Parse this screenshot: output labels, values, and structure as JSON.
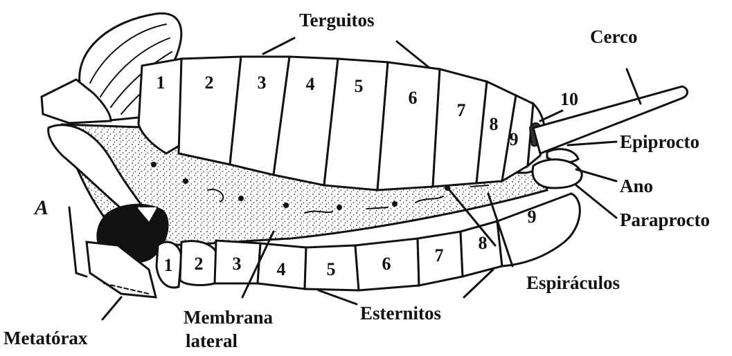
{
  "labels": {
    "terguitos": "Terguitos",
    "cerco": "Cerco",
    "epiprocto": "Epiprocto",
    "ano": "Ano",
    "paraprocto": "Paraprocto",
    "espiraculos": "Espiráculos",
    "esternitos": "Esternitos",
    "membrana_line1": "Membrana",
    "membrana_line2": "lateral",
    "metatorax": "Metatórax",
    "panel": "A"
  },
  "tergite_numbers": [
    "1",
    "2",
    "3",
    "4",
    "5",
    "6",
    "7",
    "8",
    "9",
    "10"
  ],
  "sternite_numbers": [
    "1",
    "2",
    "3",
    "4",
    "5",
    "6",
    "7",
    "8",
    "9"
  ]
}
